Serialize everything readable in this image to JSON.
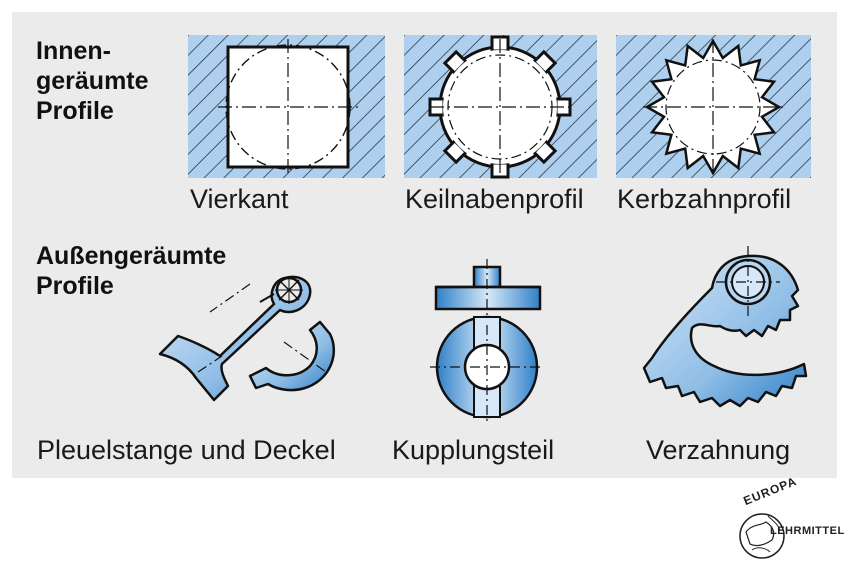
{
  "headings": {
    "inner": "Innen-\ngeräumte\nProfile",
    "outer": "Außengeräumte\nProfile"
  },
  "inner_profiles": [
    {
      "label": "Vierkant"
    },
    {
      "label": "Keilnabenprofil"
    },
    {
      "label": "Kerbzahnprofil"
    }
  ],
  "outer_profiles": [
    {
      "label": "Pleuelstange und Deckel"
    },
    {
      "label": "Kupplungsteil"
    },
    {
      "label": "Verzahnung"
    }
  ],
  "logo": {
    "top": "EUROPA",
    "bottom": "LEHRMITTEL"
  },
  "colors": {
    "panel": "#ebebeb",
    "blue_light": "#b9d6f0",
    "blue_dark": "#2f80c8",
    "hatch_bg": "#aed0ee",
    "line": "#1a1a1a"
  }
}
